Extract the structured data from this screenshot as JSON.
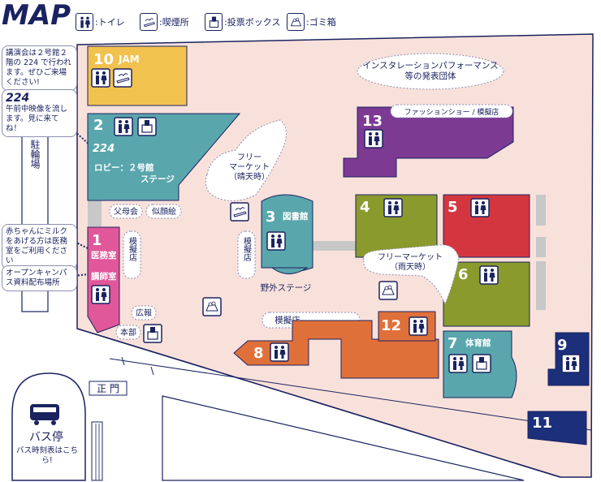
{
  "header": {
    "title": "MAP"
  },
  "legend": [
    {
      "icon": "toilet-icon",
      "label": ":トイレ"
    },
    {
      "icon": "smoking-area-icon",
      "label": ":喫煙所"
    },
    {
      "icon": "ballot-box-icon",
      "label": ":投票ボックス"
    },
    {
      "icon": "trash-bin-icon",
      "label": ":ゴミ箱"
    }
  ],
  "annotations": {
    "lecture": "講演会は２号館２階の 224 で行われます。ぜひご来場ください!",
    "room224_title": "224",
    "room224_text": "午前中映像を流します。見に来てね！",
    "baby_milk": "赤ちゃんにミルクをあげる方は医務室をご利用ください",
    "open_campus": "オープンキャンパス資料配布場所"
  },
  "parking": "駐輪場",
  "gate": "正 門",
  "bus": {
    "title": "バス停",
    "text": "バス時刻表はこちら!"
  },
  "buildings": {
    "b10": {
      "num": "10",
      "name": "JAM"
    },
    "b2": {
      "num": "2",
      "room": "224",
      "lobby": "ロビー：２号館",
      "stage": "ステージ"
    },
    "b1": {
      "num": "1",
      "room1": "医務室",
      "room2": "講師室"
    },
    "b3": {
      "num": "3",
      "name": "図書館"
    },
    "b4": {
      "num": "4"
    },
    "b5": {
      "num": "5"
    },
    "b6": {
      "num": "6"
    },
    "b7": {
      "num": "7",
      "name": "体育館"
    },
    "b8": {
      "num": "8"
    },
    "b9": {
      "num": "9"
    },
    "b11": {
      "num": "11"
    },
    "b12": {
      "num": "12"
    },
    "b13": {
      "num": "13",
      "label": "ファッションショー / 模擬店"
    }
  },
  "labels": {
    "free_market_fair": "フリー\nマーケット\n（晴天時）",
    "free_market_rain": "フリーマーケット\n（雨天時）",
    "installation": "インスタレーションパフォーマンス\n等の発表団体",
    "parents_assoc": "父母会",
    "portrait": "似顔絵",
    "mock_shop_1": "模擬店",
    "mock_shop_2": "模擬店",
    "mock_shop_3": "模擬店",
    "outdoor_stage": "野外ステージ",
    "pr": "広報",
    "hq": "本部"
  },
  "colors": {
    "ground": "#f9e1db",
    "yellow": "#f2c24f",
    "teal": "#5aa6ad",
    "pink": "#e0579a",
    "olive": "#8a9a2c",
    "red": "#d4363f",
    "orange": "#e0703a",
    "purple": "#7c3a93",
    "navy": "#1b2f7a",
    "grey": "#c8c8c8"
  }
}
